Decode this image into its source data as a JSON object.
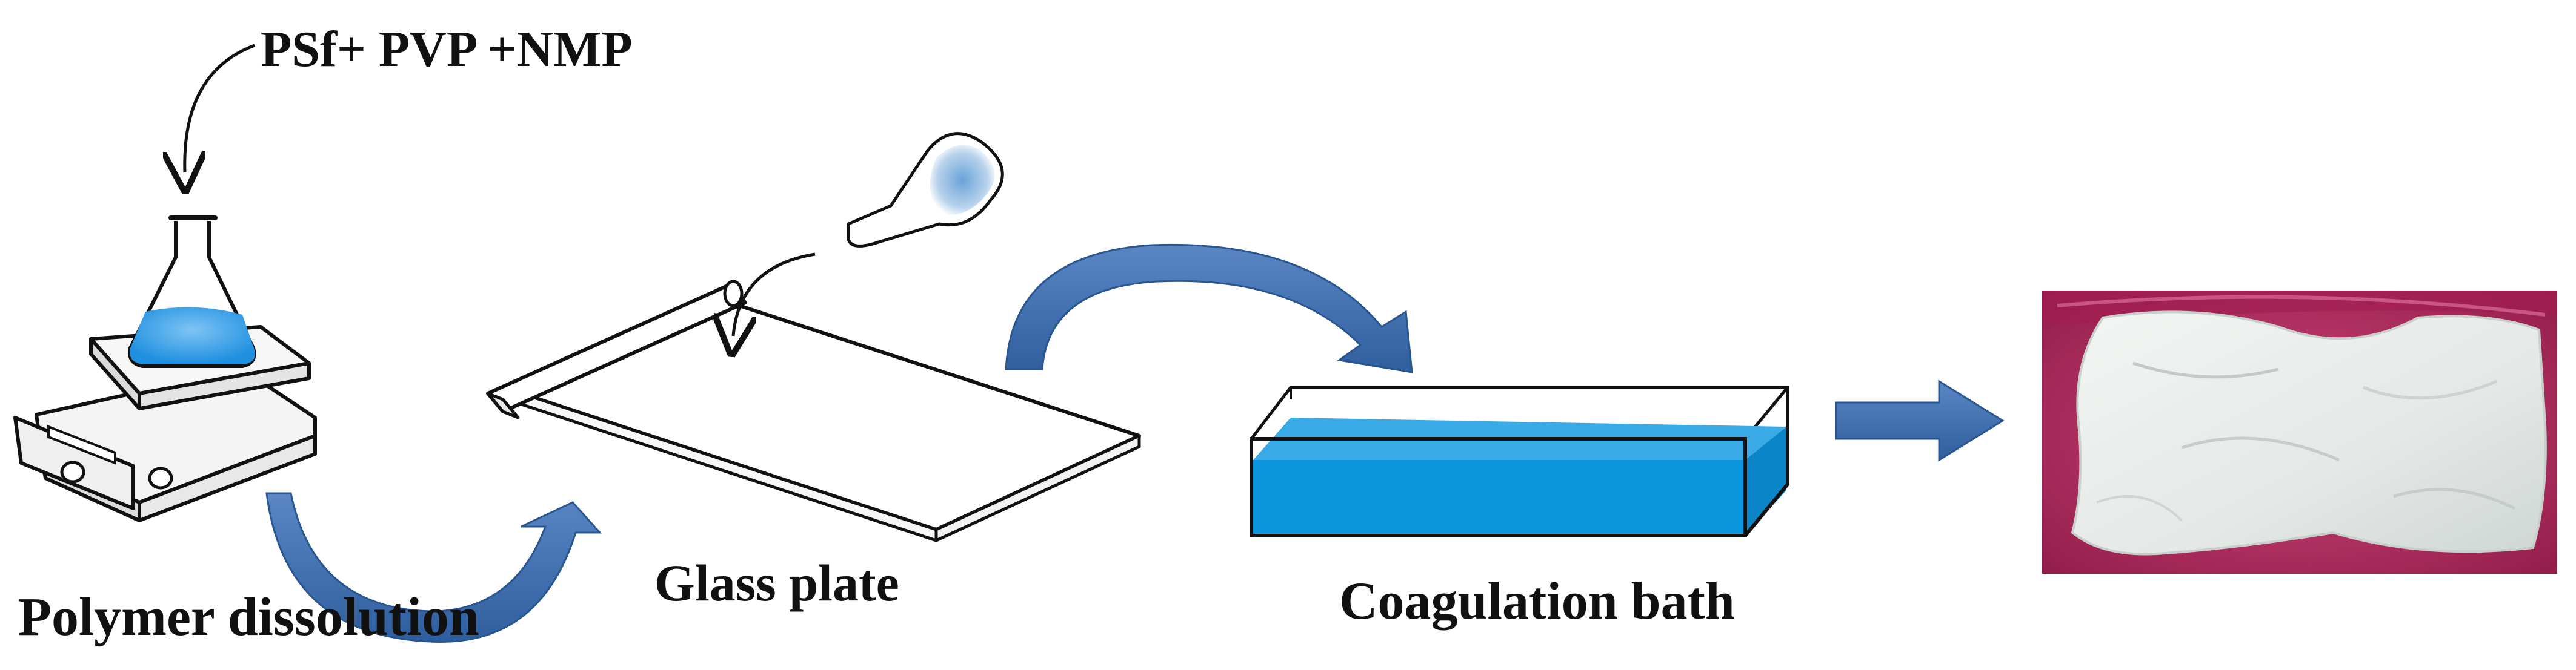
{
  "labels": {
    "reagents": "PSf+ PVP +NMP",
    "polymer_dissolution": "Polymer dissolution",
    "glass_plate": "Glass plate",
    "coagulation_bath": "Coagulation bath"
  },
  "icons": {
    "hotplate": "hotplate-stirrer-icon",
    "flask": "erlenmeyer-flask-icon",
    "pour_flask": "pouring-flask-icon",
    "glass_plate": "glass-plate-casting-icon",
    "bath": "coagulation-bath-icon",
    "membrane_photo": "membrane-photo"
  },
  "colors": {
    "arrow_blue": "#3f6fb0",
    "water_blue": "#0a95dd",
    "solution_blue": "#1f8fe0",
    "tray_magenta": "#b0245a",
    "membrane_white": "#e9ecea",
    "outline": "#111111"
  }
}
